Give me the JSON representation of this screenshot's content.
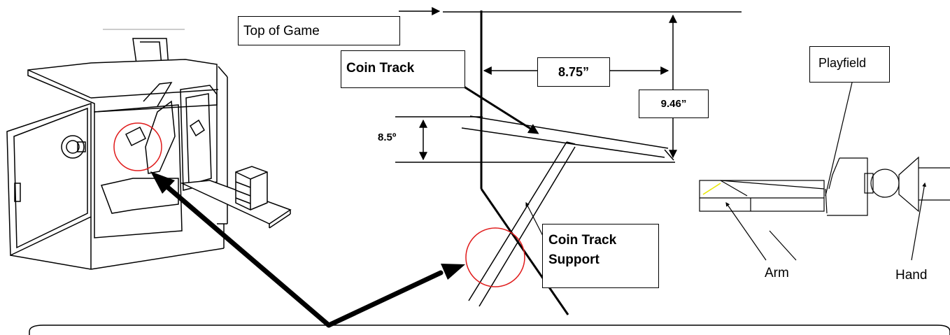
{
  "labels": {
    "top_of_game": "Top of Game",
    "coin_track": "Coin Track",
    "dim_horizontal": "8.75”",
    "dim_vertical": "9.46”",
    "playfield": "Playfield",
    "angle": "8.5º",
    "coin_track_support_line1": "Coin Track",
    "coin_track_support_line2": "Support",
    "arm": "Arm",
    "hand": "Hand"
  },
  "colors": {
    "ink": "#000000",
    "highlight_circle": "#e01b1b",
    "arm_accent": "#e8e800",
    "background": "#ffffff"
  }
}
